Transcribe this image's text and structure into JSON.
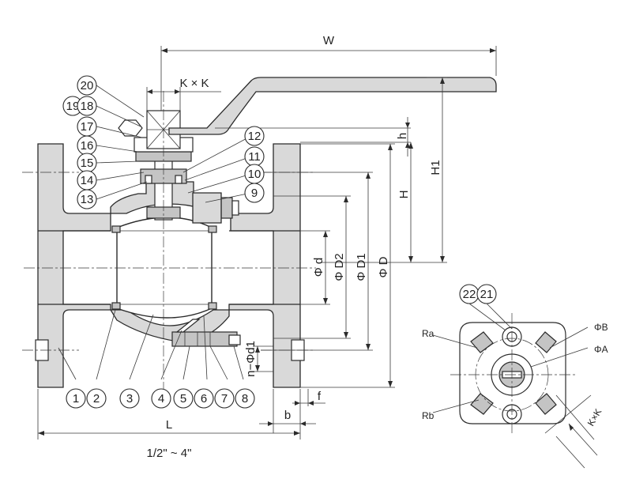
{
  "drawing": {
    "part_numbers": {
      "p1": "1",
      "p2": "2",
      "p3": "3",
      "p4": "4",
      "p5": "5",
      "p6": "6",
      "p7": "7",
      "p8": "8",
      "p9": "9",
      "p10": "10",
      "p11": "11",
      "p12": "12",
      "p13": "13",
      "p14": "14",
      "p15": "15",
      "p16": "16",
      "p17": "17",
      "p18": "18",
      "p19": "19",
      "p20": "20",
      "p21": "21",
      "p22": "22"
    },
    "dimensions": {
      "W": "W",
      "KxK_top": "K × K",
      "h": "h",
      "H": "H",
      "H1": "H1",
      "d": "Φ d",
      "D2": "Φ D2",
      "D1": "Φ D1",
      "D": "Φ D",
      "nd1": "n−Φd1",
      "L": "L",
      "b": "b",
      "f": "f",
      "size_range": "1/2\" ~ 4\"",
      "Ra": "Ra",
      "Rb": "Rb",
      "B": "ΦB",
      "A": "ΦA",
      "KxK_side": "K×K"
    }
  }
}
